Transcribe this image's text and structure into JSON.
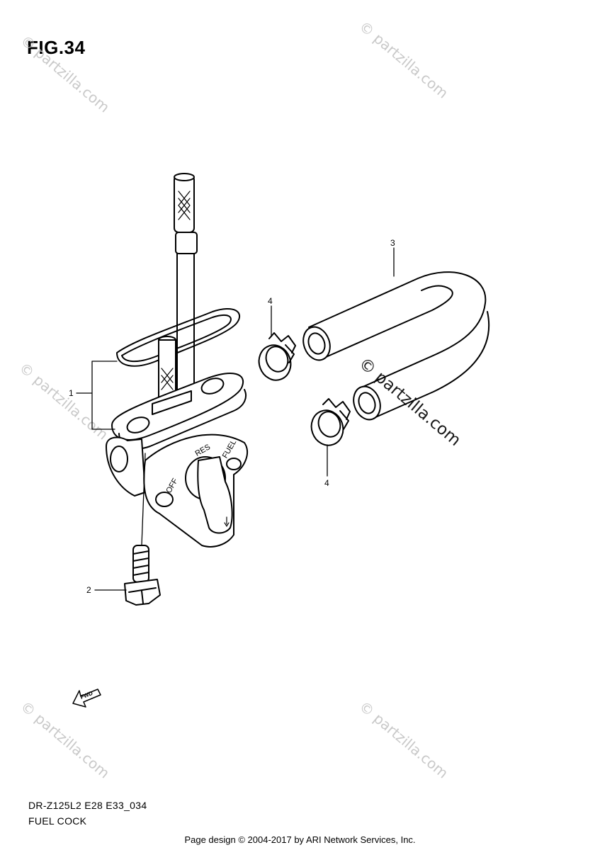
{
  "figure": {
    "title": "FIG.34"
  },
  "callouts": {
    "c1": "1",
    "c2": "2",
    "c3": "3",
    "c4a": "4",
    "c4b": "4"
  },
  "valve_markings": {
    "off": "OFF",
    "res": "RES",
    "fuel": "FUEL"
  },
  "arrow_label": "FWD",
  "watermark": "© partzilla.com",
  "footer": {
    "code": "DR-Z125L2 E28 E33_034",
    "name": "FUEL COCK",
    "credit": "Page design © 2004-2017 by ARI Network Services, Inc."
  }
}
